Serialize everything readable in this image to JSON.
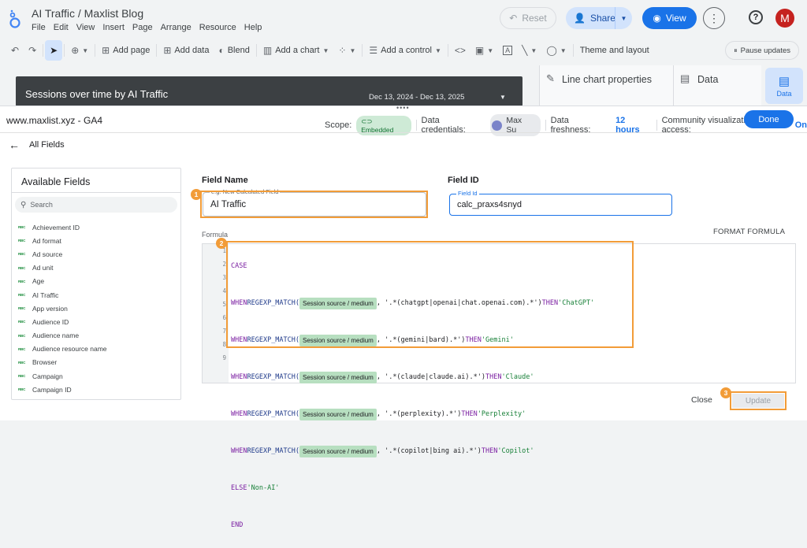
{
  "app": {
    "title": "AI Traffic / Maxlist Blog",
    "menu": [
      "File",
      "Edit",
      "View",
      "Insert",
      "Page",
      "Arrange",
      "Resource",
      "Help"
    ],
    "reset_label": "Reset",
    "share_label": "Share",
    "view_label": "View",
    "avatar_letter": "M"
  },
  "toolbar": {
    "add_page": "Add page",
    "add_data": "Add data",
    "blend": "Blend",
    "add_chart": "Add a chart",
    "add_control": "Add a control",
    "theme_layout": "Theme and layout",
    "pause_updates": "Pause updates"
  },
  "canvas": {
    "chart_title": "Sessions over time by AI Traffic",
    "date_range": "Dec 13, 2024 - Dec 13, 2025",
    "properties_title": "Line chart properties",
    "data_title": "Data",
    "rail_data_label": "Data"
  },
  "editor": {
    "datasource": "www.maxlist.xyz - GA4",
    "scope_label": "Scope:",
    "scope_chip": "Embedded",
    "creds_label": "Data credentials:",
    "creds_user": "Max Su",
    "freshness_label": "Data freshness:",
    "freshness_value": "12 hours",
    "access_label": "Community visualizations access:",
    "access_value": "On",
    "done_label": "Done",
    "back_label": "All Fields",
    "available_title": "Available Fields",
    "search_placeholder": "Search",
    "type_badge": "RBC",
    "fields": [
      "Achievement ID",
      "Ad format",
      "Ad source",
      "Ad unit",
      "Age",
      "AI Traffic",
      "App version",
      "Audience ID",
      "Audience name",
      "Audience resource name",
      "Browser",
      "Campaign",
      "Campaign ID"
    ],
    "field_name_label": "Field Name",
    "field_name_placeholder": "e.g. New Calculated Field",
    "field_name_value": "AI Traffic",
    "field_id_label": "Field ID",
    "field_id_legend": "Field Id",
    "field_id_value": "calc_praxs4snyd",
    "formula_label": "Formula",
    "format_formula": "FORMAT FORMULA",
    "line_numbers": [
      "1",
      "2",
      "3",
      "4",
      "5",
      "6",
      "7",
      "8",
      "9"
    ],
    "code": {
      "case": "CASE",
      "when": "WHEN",
      "regex": "REGEXP_MATCH(",
      "field_chip": "Session source / medium",
      "then": "THEN",
      "else": "ELSE",
      "end": "END",
      "p1": ", '.*(chatgpt|openai|chat.openai.com).*')",
      "v1": "'ChatGPT'",
      "p2": ", '.*(gemini|bard).*')",
      "v2": "'Gemini'",
      "p3": ", '.*(claude|claude.ai).*')",
      "v3": "'Claude'",
      "p4": ", '.*(perplexity).*')",
      "v4": "'Perplexity'",
      "p5": ", '.*(copilot|bing ai).*')",
      "v5": "'Copilot'",
      "else_val": "'Non-AI'"
    },
    "close_label": "Close",
    "update_label": "Update"
  },
  "annotations": {
    "b1": "1",
    "b2": "2",
    "b3": "3"
  },
  "colors": {
    "accent": "#1a73e8",
    "highlight": "#f29c38",
    "chip_green": "#b7dfc0"
  }
}
